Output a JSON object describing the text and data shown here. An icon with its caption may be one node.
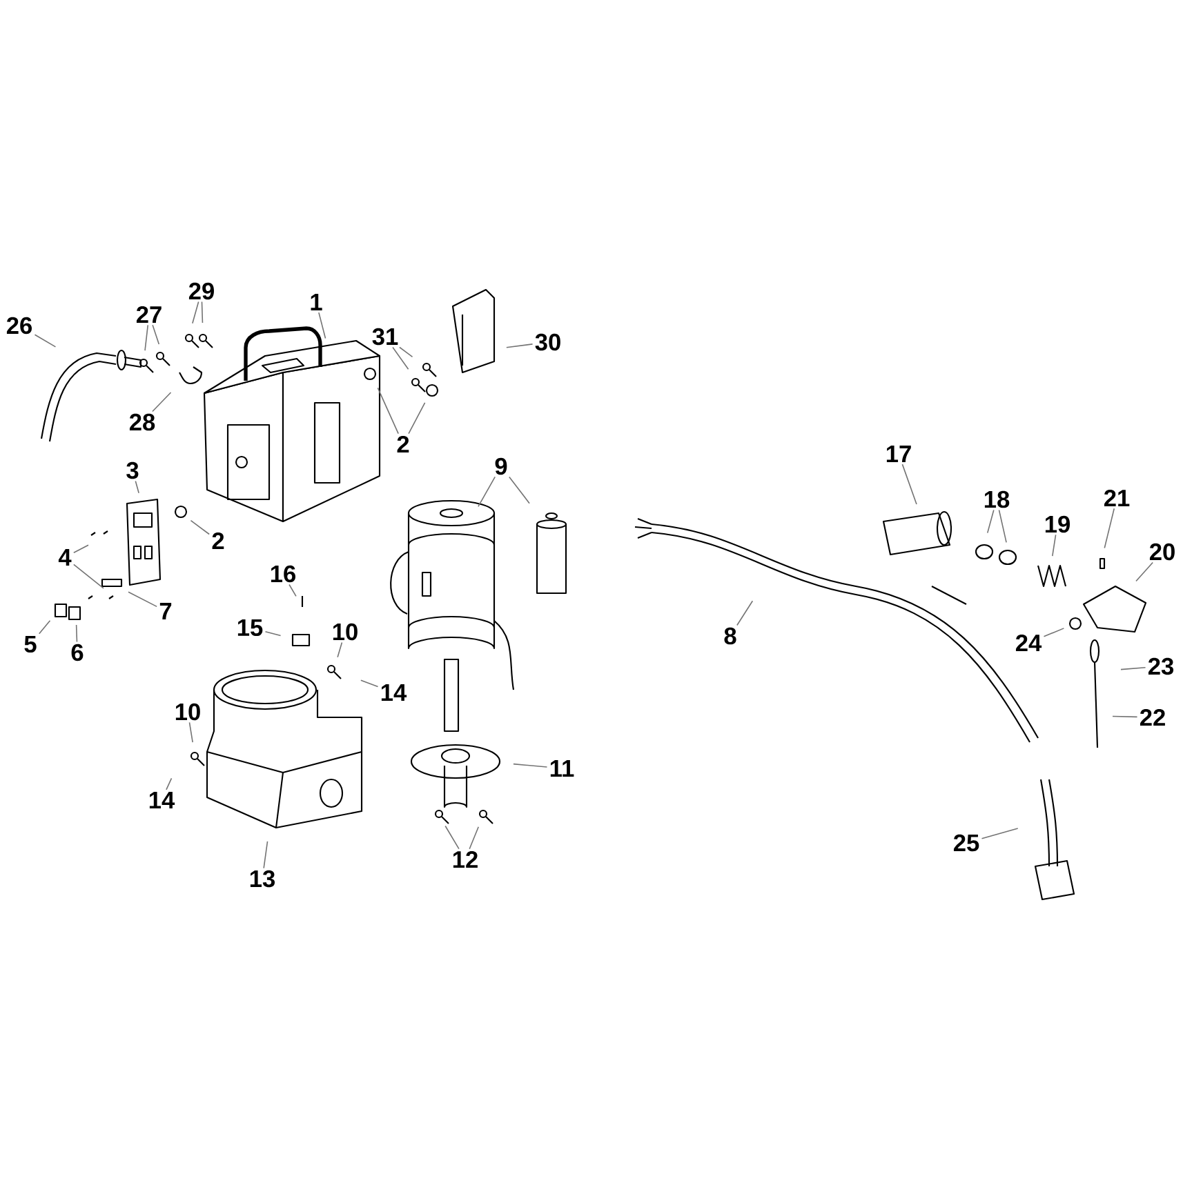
{
  "diagram": {
    "nodes": [
      {
        "text": [
          "29"
        ]
      },
      {
        "text": [
          "1"
        ]
      },
      {
        "text": [
          "27"
        ]
      },
      {
        "text": [
          "31"
        ]
      },
      {
        "text": [
          "26"
        ]
      },
      {
        "text": [
          "30"
        ]
      },
      {
        "text": [
          "28"
        ]
      },
      {
        "text": [
          "2"
        ]
      },
      {
        "text": [
          "3"
        ]
      },
      {
        "text": [
          "9"
        ]
      },
      {
        "text": [
          "2"
        ]
      },
      {
        "text": [
          "17"
        ]
      },
      {
        "text": [
          "18"
        ]
      },
      {
        "text": [
          "21"
        ]
      },
      {
        "text": [
          "19"
        ]
      },
      {
        "text": [
          "4"
        ]
      },
      {
        "text": [
          "20"
        ]
      },
      {
        "text": [
          "16"
        ]
      },
      {
        "text": [
          "7"
        ]
      },
      {
        "text": [
          "10"
        ]
      },
      {
        "text": [
          "15"
        ]
      },
      {
        "text": [
          "8"
        ]
      },
      {
        "text": [
          "24"
        ]
      },
      {
        "text": [
          "5"
        ]
      },
      {
        "text": [
          "6"
        ]
      },
      {
        "text": [
          "23"
        ]
      },
      {
        "text": [
          "14"
        ]
      },
      {
        "text": [
          "10"
        ]
      },
      {
        "text": [
          "22"
        ]
      },
      {
        "text": [
          "11"
        ]
      },
      {
        "text": [
          "14"
        ]
      },
      {
        "text": [
          "25"
        ]
      },
      {
        "text": [
          "12"
        ]
      },
      {
        "text": [
          "13"
        ]
      }
    ],
    "edges": [
      {
        "from": 0,
        "to": null,
        "arrow": "none"
      },
      {
        "from": 0,
        "to": null,
        "arrow": "none"
      },
      {
        "from": 1,
        "to": null,
        "arrow": "none"
      },
      {
        "from": 2,
        "to": null,
        "arrow": "none"
      },
      {
        "from": 2,
        "to": null,
        "arrow": "none"
      },
      {
        "from": 3,
        "to": null,
        "arrow": "none"
      },
      {
        "from": 3,
        "to": null,
        "arrow": "none"
      },
      {
        "from": 4,
        "to": null,
        "arrow": "none"
      },
      {
        "from": 5,
        "to": null,
        "arrow": "none"
      },
      {
        "from": 6,
        "to": null,
        "arrow": "none"
      },
      {
        "from": 7,
        "to": null,
        "arrow": "none"
      },
      {
        "from": 7,
        "to": null,
        "arrow": "none"
      },
      {
        "from": 8,
        "to": null,
        "arrow": "none"
      },
      {
        "from": 9,
        "to": null,
        "arrow": "none"
      },
      {
        "from": 9,
        "to": null,
        "arrow": "none"
      },
      {
        "from": 10,
        "to": null,
        "arrow": "none"
      },
      {
        "from": 11,
        "to": null,
        "arrow": "none"
      },
      {
        "from": 12,
        "to": null,
        "arrow": "none"
      },
      {
        "from": 12,
        "to": null,
        "arrow": "none"
      },
      {
        "from": 13,
        "to": null,
        "arrow": "none"
      },
      {
        "from": 14,
        "to": null,
        "arrow": "none"
      },
      {
        "from": 15,
        "to": null,
        "arrow": "none"
      },
      {
        "from": 15,
        "to": null,
        "arrow": "none"
      },
      {
        "from": 16,
        "to": null,
        "arrow": "none"
      },
      {
        "from": 17,
        "to": null,
        "arrow": "none"
      },
      {
        "from": 18,
        "to": null,
        "arrow": "none"
      },
      {
        "from": 19,
        "to": null,
        "arrow": "none"
      },
      {
        "from": 20,
        "to": null,
        "arrow": "none"
      },
      {
        "from": 21,
        "to": null,
        "arrow": "none"
      },
      {
        "from": 22,
        "to": null,
        "arrow": "none"
      },
      {
        "from": 23,
        "to": null,
        "arrow": "none"
      },
      {
        "from": 24,
        "to": null,
        "arrow": "none"
      },
      {
        "from": 25,
        "to": null,
        "arrow": "none"
      },
      {
        "from": 26,
        "to": null,
        "arrow": "none"
      },
      {
        "from": 27,
        "to": null,
        "arrow": "none"
      },
      {
        "from": 28,
        "to": null,
        "arrow": "none"
      },
      {
        "from": 29,
        "to": null,
        "arrow": "none"
      },
      {
        "from": 30,
        "to": null,
        "arrow": "none"
      },
      {
        "from": 31,
        "to": null,
        "arrow": "none"
      },
      {
        "from": 32,
        "to": null,
        "arrow": "none"
      },
      {
        "from": 32,
        "to": null,
        "arrow": "none"
      },
      {
        "from": 33,
        "to": null,
        "arrow": "none"
      }
    ]
  }
}
